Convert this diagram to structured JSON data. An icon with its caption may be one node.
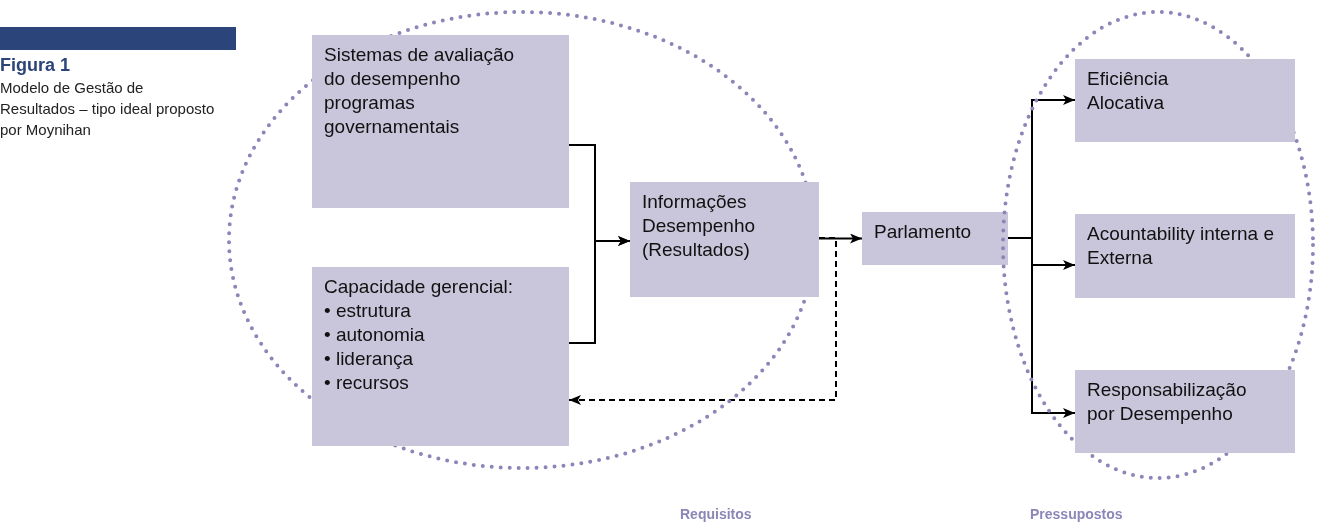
{
  "diagram": {
    "title": "Figura 1",
    "caption": "Modelo de Gestão de Resultados – tipo ideal proposto por Moynihan",
    "nodes": [
      {
        "text": [
          "Requisitos"
        ]
      },
      {
        "text": [
          "Sistemas de avaliação do desempenho programas governamentais"
        ],
        "in": 0
      },
      {
        "text": [
          "Capacidade gerencial:",
          "• estrutura",
          "• autonomia",
          "• liderança",
          "• recursos"
        ],
        "in": 0
      },
      {
        "text": [
          "Informações Desempenho (Resultados)"
        ],
        "in": 0
      },
      {
        "text": [
          "Parlamento"
        ]
      },
      {
        "text": [
          "Pressupostos"
        ]
      },
      {
        "text": [
          "Eficiência Alocativa"
        ],
        "in": 5
      },
      {
        "text": [
          "Acountability interna e Externa"
        ],
        "in": 5
      },
      {
        "text": [
          "Responsabilização por Desempenho"
        ],
        "in": 5
      }
    ],
    "edges": [
      {
        "from": 1,
        "to": 3,
        "arrow": "to"
      },
      {
        "from": 2,
        "to": 3,
        "arrow": "to"
      },
      {
        "from": 3,
        "to": 4,
        "arrow": "to"
      },
      {
        "from": 3,
        "to": 2,
        "arrow": "to",
        "style": "dashed"
      },
      {
        "from": 4,
        "to": 6,
        "arrow": "to"
      },
      {
        "from": 4,
        "to": 7,
        "arrow": "to"
      },
      {
        "from": 4,
        "to": 8,
        "arrow": "to"
      }
    ]
  }
}
